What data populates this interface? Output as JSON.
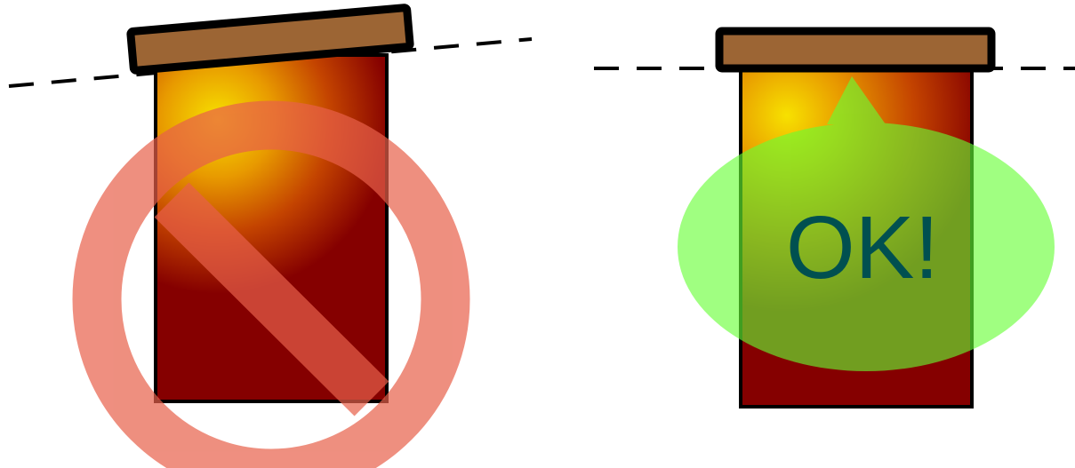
{
  "panels": {
    "wrong": {
      "symbol": "prohibited",
      "lid_tilted": true
    },
    "right": {
      "symbol": "ok-speech-bubble",
      "label": "OK!",
      "lid_tilted": false
    }
  },
  "colors": {
    "lid_fill": "#9c6534",
    "outline": "#000000",
    "container_dark": "#850000",
    "container_mid": "#e06a00",
    "container_light": "#f7e100",
    "prohibit_symbol": "#e8604a",
    "ok_bubble": "#66ff33",
    "ok_text": "#005050",
    "guide_line": "#000000"
  }
}
